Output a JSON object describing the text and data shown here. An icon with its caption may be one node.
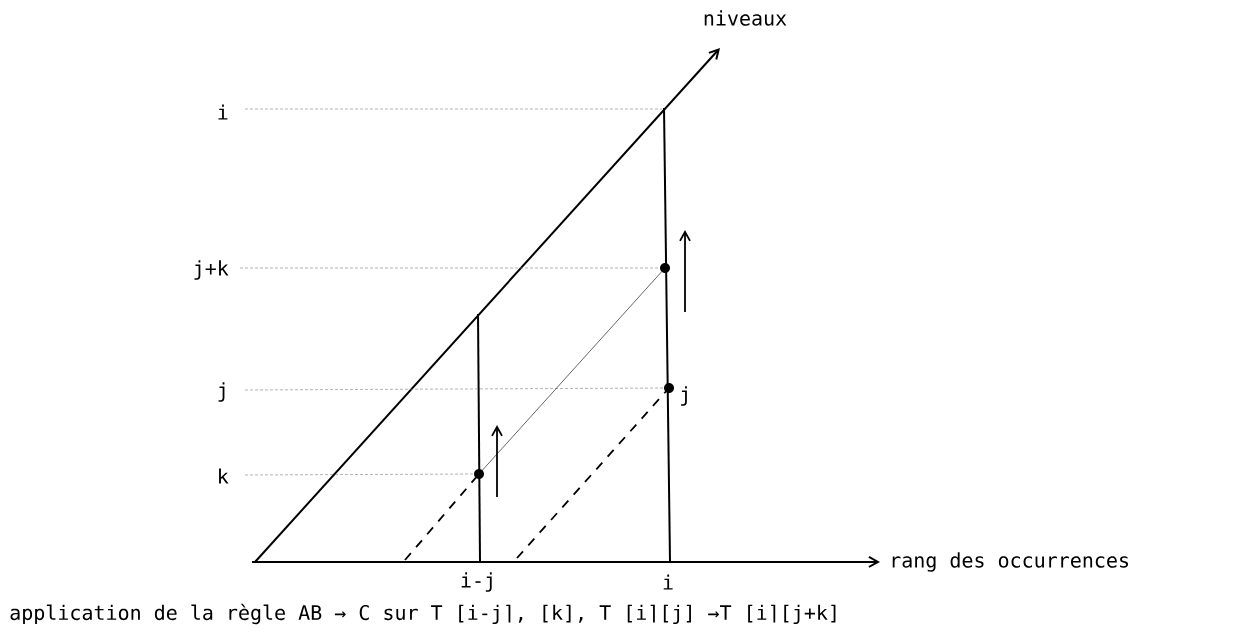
{
  "diagram": {
    "caption": "application de la règle AB → C sur T [i-j⌉, [k], T [i⌉[j] →T [i⌉[j+k]",
    "labels": [
      "niveaux",
      "i",
      "j+k",
      "j",
      "j",
      "k",
      "rang des occurrences",
      "i-j",
      "i"
    ]
  }
}
